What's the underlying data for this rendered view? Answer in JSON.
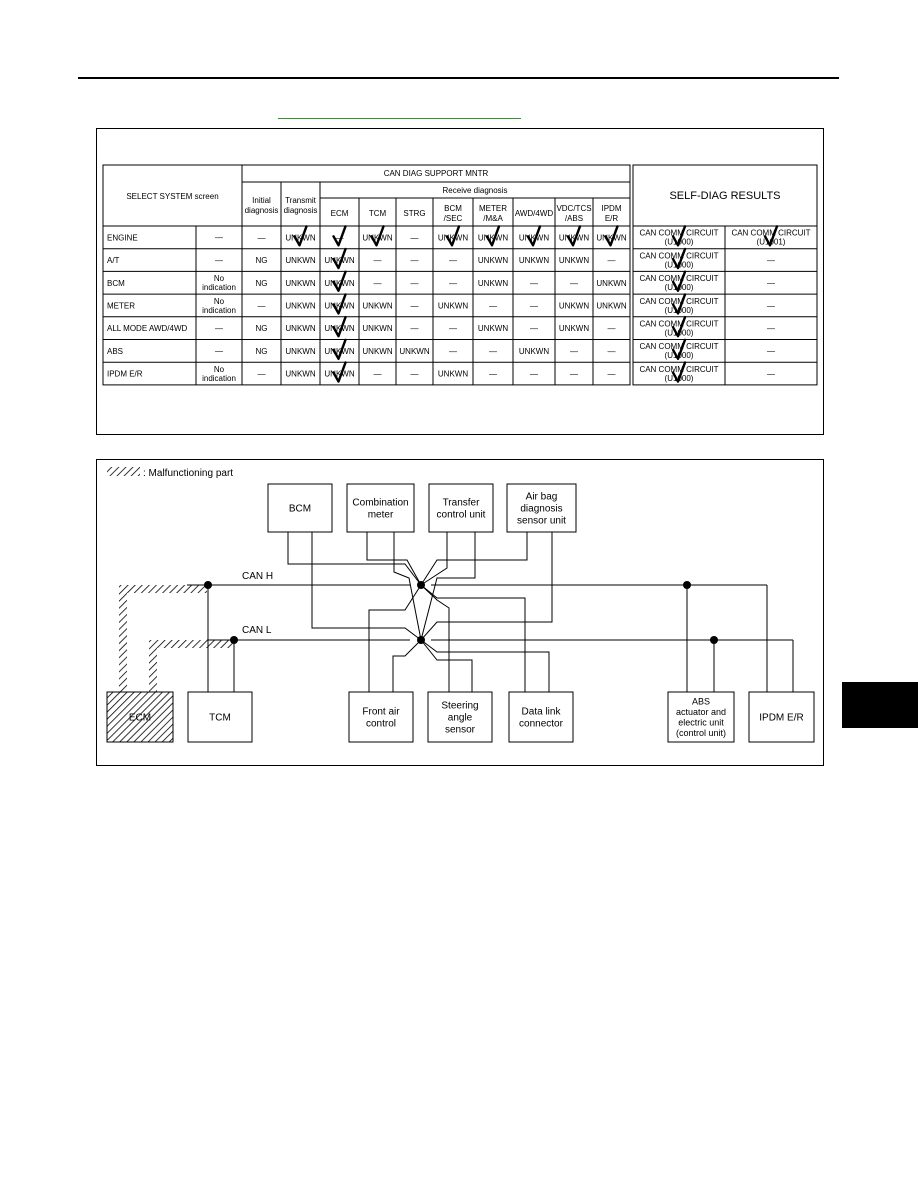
{
  "table": {
    "select_header": "SELECT SYSTEM screen",
    "can_header": "CAN DIAG SUPPORT MNTR",
    "receive_header": "Receive diagnosis",
    "initial_header": [
      "Initial",
      "diagnosis"
    ],
    "transmit_header": [
      "Transmit",
      "diagnosis"
    ],
    "self_diag_header": "SELF-DIAG RESULTS",
    "columns": [
      {
        "key": "ecm",
        "lines": [
          "ECM"
        ]
      },
      {
        "key": "tcm",
        "lines": [
          "TCM"
        ]
      },
      {
        "key": "strg",
        "lines": [
          "STRG"
        ]
      },
      {
        "key": "bcm",
        "lines": [
          "BCM",
          "/SEC"
        ]
      },
      {
        "key": "meter",
        "lines": [
          "METER",
          "/M&A"
        ]
      },
      {
        "key": "awd",
        "lines": [
          "AWD/4WD"
        ]
      },
      {
        "key": "vdc",
        "lines": [
          "VDC/TCS",
          "/ABS"
        ]
      },
      {
        "key": "ipdm",
        "lines": [
          "IPDM",
          "E/R"
        ]
      }
    ],
    "rows": [
      {
        "system": "ENGINE",
        "select": [
          "—"
        ],
        "initial": "—",
        "transmit": "UNKWN",
        "receive": [
          "—",
          "UNKWN",
          "—",
          "UNKWN",
          "UNKWN",
          "UNKWN",
          "UNKWN",
          "UNKWN"
        ],
        "self1": [
          "CAN COMM CIRCUIT",
          "(U1000)"
        ],
        "self2": [
          "CAN COMM CIRCUIT",
          "(U1001)"
        ]
      },
      {
        "system": "A/T",
        "select": [
          "—"
        ],
        "initial": "NG",
        "transmit": "UNKWN",
        "receive": [
          "UNKWN",
          "—",
          "—",
          "—",
          "UNKWN",
          "UNKWN",
          "UNKWN",
          "—"
        ],
        "self1": [
          "CAN COMM CIRCUIT",
          "(U1000)"
        ],
        "self2": [
          "—"
        ]
      },
      {
        "system": "BCM",
        "select": [
          "No",
          "indication"
        ],
        "initial": "NG",
        "transmit": "UNKWN",
        "receive": [
          "UNKWN",
          "—",
          "—",
          "—",
          "UNKWN",
          "—",
          "—",
          "UNKWN"
        ],
        "self1": [
          "CAN COMM CIRCUIT",
          "(U1000)"
        ],
        "self2": [
          "—"
        ]
      },
      {
        "system": "METER",
        "select": [
          "No",
          "indication"
        ],
        "initial": "—",
        "transmit": "UNKWN",
        "receive": [
          "UNKWN",
          "UNKWN",
          "—",
          "UNKWN",
          "—",
          "—",
          "UNKWN",
          "UNKWN"
        ],
        "self1": [
          "CAN COMM CIRCUIT",
          "(U1000)"
        ],
        "self2": [
          "—"
        ]
      },
      {
        "system": "ALL MODE AWD/4WD",
        "select": [
          "—"
        ],
        "initial": "NG",
        "transmit": "UNKWN",
        "receive": [
          "UNKWN",
          "UNKWN",
          "—",
          "—",
          "UNKWN",
          "—",
          "UNKWN",
          "—"
        ],
        "self1": [
          "CAN COMM CIRCUIT",
          "(U1000)"
        ],
        "self2": [
          "—"
        ]
      },
      {
        "system": "ABS",
        "select": [
          "—"
        ],
        "initial": "NG",
        "transmit": "UNKWN",
        "receive": [
          "UNKWN",
          "UNKWN",
          "UNKWN",
          "—",
          "—",
          "UNKWN",
          "—",
          "—"
        ],
        "self1": [
          "CAN COMM CIRCUIT",
          "(U1000)"
        ],
        "self2": [
          "—"
        ]
      },
      {
        "system": "IPDM E/R",
        "select": [
          "No",
          "indication"
        ],
        "initial": "—",
        "transmit": "UNKWN",
        "receive": [
          "UNKWN",
          "—",
          "—",
          "UNKWN",
          "—",
          "—",
          "—",
          "—"
        ],
        "self1": [
          "CAN COMM CIRCUIT",
          "(U1000)"
        ],
        "self2": [
          "—"
        ]
      }
    ],
    "checks": [
      [
        "transmit",
        "ecm",
        "tcm",
        "bcm",
        "meter",
        "awd",
        "vdc",
        "ipdm",
        "self1",
        "self2"
      ],
      [
        "ecm",
        "self1"
      ],
      [
        "ecm",
        "self1"
      ],
      [
        "ecm",
        "self1"
      ],
      [
        "ecm",
        "self1"
      ],
      [
        "ecm",
        "self1"
      ],
      [
        "ecm",
        "self1"
      ]
    ]
  },
  "diagram": {
    "legend": ": Malfunctioning part",
    "can_h": "CAN H",
    "can_l": "CAN L",
    "units": {
      "bcm": [
        "BCM"
      ],
      "combination_meter": [
        "Combination",
        "meter"
      ],
      "transfer": [
        "Transfer",
        "control unit"
      ],
      "airbag": [
        "Air bag",
        "diagnosis",
        "sensor unit"
      ],
      "ecm": [
        "ECM"
      ],
      "tcm": [
        "TCM"
      ],
      "front_air": [
        "Front air",
        "control"
      ],
      "steering": [
        "Steering",
        "angle",
        "sensor"
      ],
      "data_link": [
        "Data link",
        "connector"
      ],
      "abs": [
        "ABS",
        "actuator and",
        "electric unit",
        "(control unit)"
      ],
      "ipdm": [
        "IPDM E/R"
      ]
    },
    "malfunctioning_parts": [
      "ECM"
    ]
  }
}
